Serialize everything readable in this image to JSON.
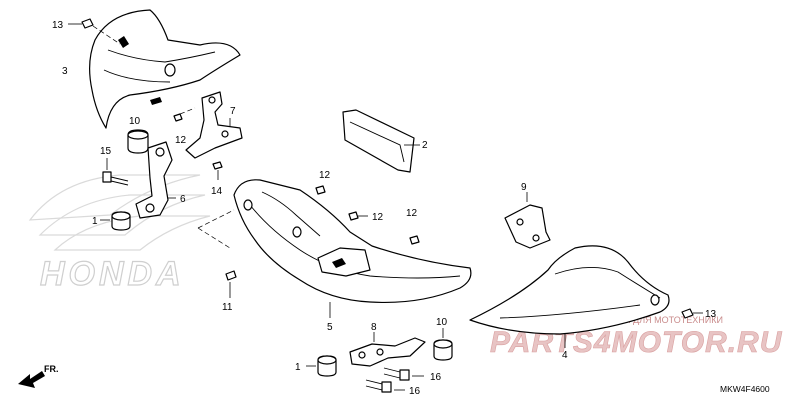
{
  "diagram": {
    "callouts": {
      "c1": "1",
      "c2": "2",
      "c3": "3",
      "c4": "4",
      "c5": "5",
      "c6": "6",
      "c7": "7",
      "c8": "8",
      "c9": "9",
      "c10a": "10",
      "c10b": "10",
      "c11": "11",
      "c12a": "12",
      "c12b": "12",
      "c12c": "12",
      "c12d": "12",
      "c13a": "13",
      "c13b": "13",
      "c14": "14",
      "c15": "15",
      "c16a": "16",
      "c16b": "16"
    },
    "direction_label": "FR.",
    "diagram_code": "MKW4F4600"
  },
  "watermark": {
    "tagline": "ЗАПЧАСТИ И АКСЕССУАРЫ ДЛЯ МОТОТЕХНИКИ",
    "brand": "PARTS4MOTOR.RU"
  },
  "background_logo": {
    "text": "HONDA"
  }
}
